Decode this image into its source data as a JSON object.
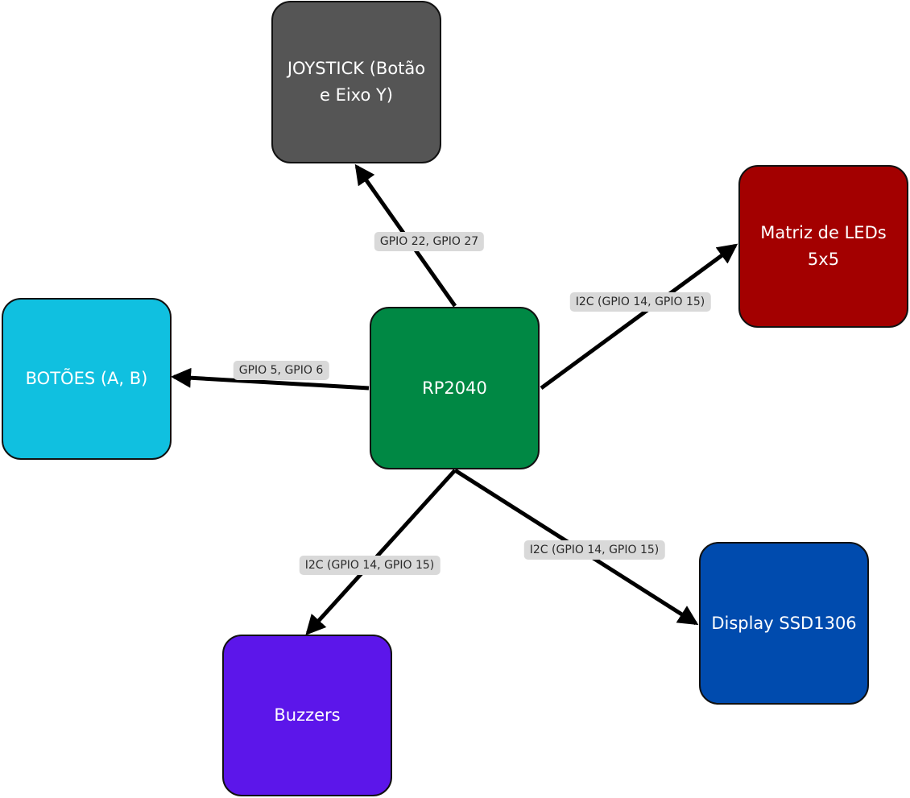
{
  "diagram": {
    "colors": {
      "joystick": "#555555",
      "matrix": "#a30000",
      "botoes": "#10c0e0",
      "rp2040": "#008844",
      "display": "#004bae",
      "buzzers": "#5c16ea",
      "edge": "#000000",
      "label_bg": "#d9d9d9"
    },
    "nodes": {
      "joystick": "JOYSTICK (Botão\ne Eixo Y)",
      "matrix": "Matriz de LEDs\n5x5",
      "botoes": "BOTÕES (A, B)",
      "rp2040": "RP2040",
      "display": "Display SSD1306",
      "buzzers": "Buzzers"
    },
    "edges": [
      {
        "from": "rp2040",
        "to": "joystick",
        "label": "GPIO 22, GPIO 27"
      },
      {
        "from": "rp2040",
        "to": "matrix",
        "label": "I2C (GPIO 14, GPIO 15)"
      },
      {
        "from": "rp2040",
        "to": "botoes",
        "label": "GPIO 5, GPIO 6"
      },
      {
        "from": "rp2040",
        "to": "buzzers",
        "label": "I2C (GPIO 14, GPIO 15)"
      },
      {
        "from": "rp2040",
        "to": "display",
        "label": "I2C (GPIO 14, GPIO 15)"
      }
    ]
  }
}
